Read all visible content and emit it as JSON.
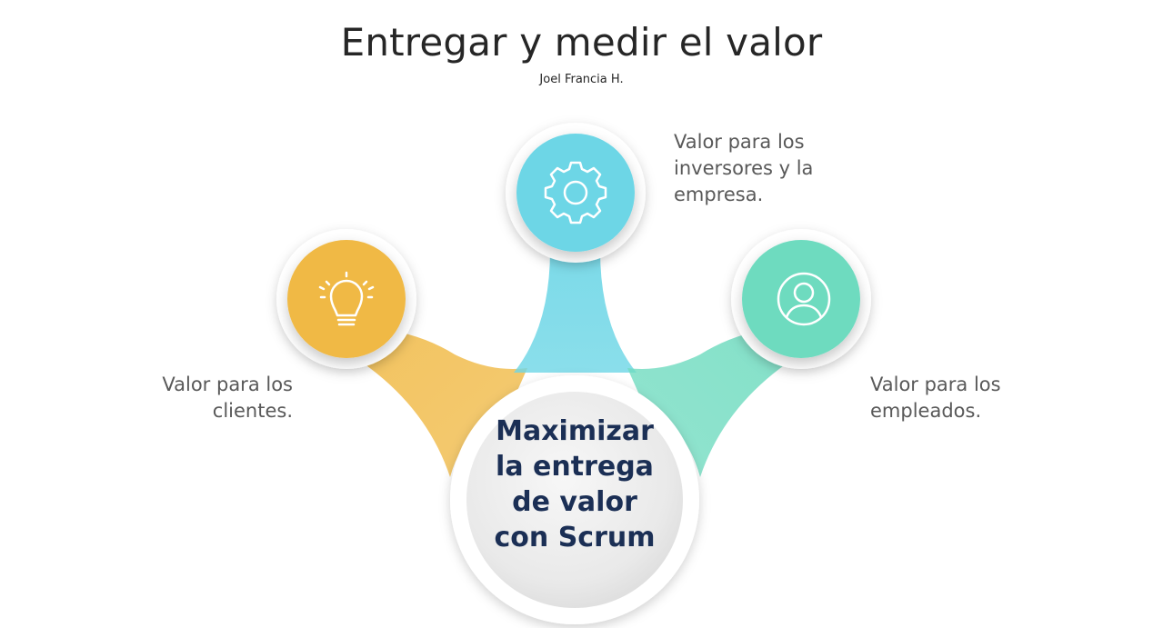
{
  "header": {
    "title": "Entregar y medir el valor",
    "author": "Joel Francia H."
  },
  "center": {
    "text": "Maximizar\nla entrega\nde valor\ncon Scrum"
  },
  "nodes": [
    {
      "id": "clientes",
      "icon": "lightbulb-icon",
      "label": "Valor para los\nclientes.",
      "color": "#F0B944"
    },
    {
      "id": "inversores",
      "icon": "gear-icon",
      "label": "Valor para los\ninversores y la\nempresa.",
      "color": "#6DD6E6"
    },
    {
      "id": "empleados",
      "icon": "user-icon",
      "label": "Valor para los\nempleados.",
      "color": "#6EDBBF"
    }
  ]
}
